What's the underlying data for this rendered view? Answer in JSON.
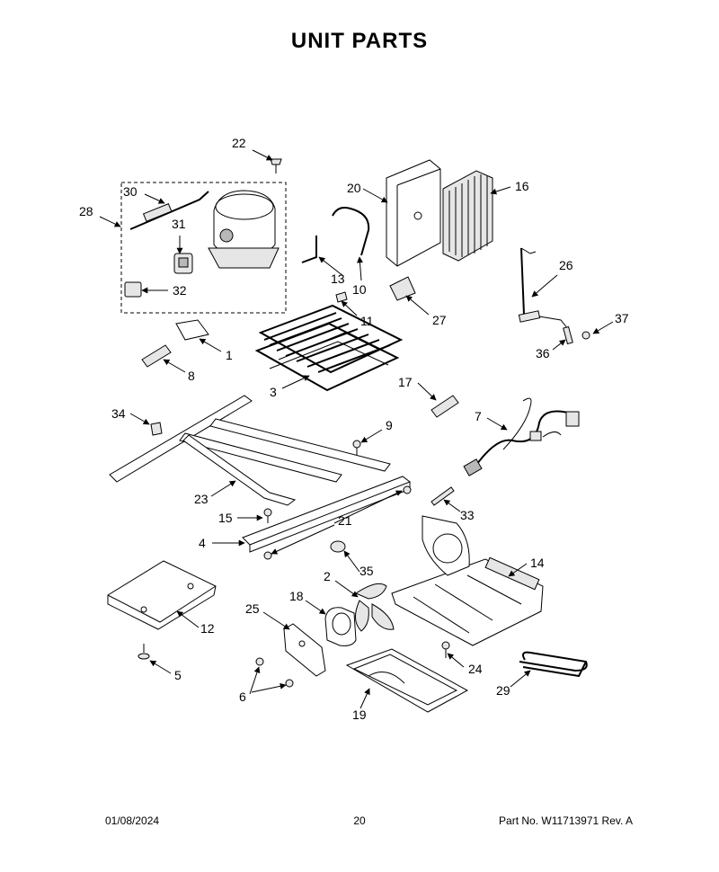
{
  "title": "UNIT PARTS",
  "callouts": [
    "1",
    "2",
    "3",
    "4",
    "5",
    "6",
    "7",
    "8",
    "9",
    "10",
    "11",
    "12",
    "13",
    "14",
    "15",
    "16",
    "17",
    "18",
    "19",
    "20",
    "21",
    "22",
    "23",
    "24",
    "25",
    "26",
    "27",
    "28",
    "29",
    "30",
    "31",
    "32",
    "33",
    "34",
    "35",
    "36",
    "37"
  ],
  "footer": {
    "date": "01/08/2024",
    "page": "20",
    "part_number": "Part No.  W11713971  Rev.  A"
  }
}
